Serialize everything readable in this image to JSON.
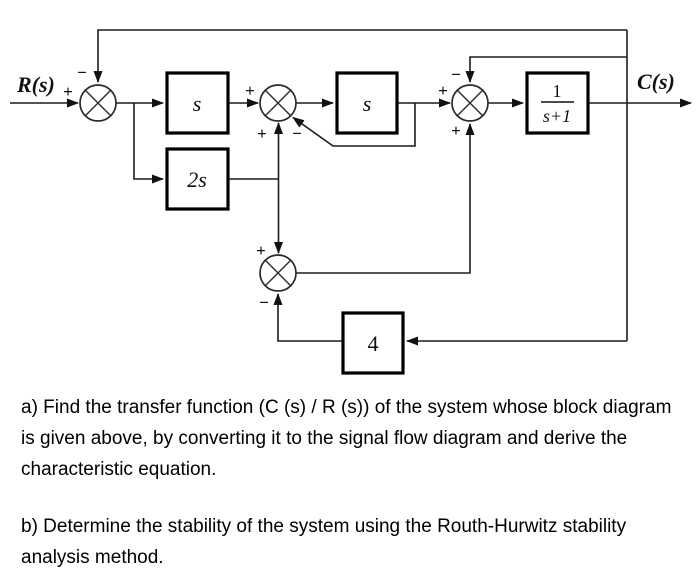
{
  "diagram": {
    "input_label": "R(s)",
    "output_label": "C(s)",
    "blocks": {
      "s1": "s",
      "two_s": "2s",
      "s2": "s",
      "tf_numerator": "1",
      "tf_denominator": "s+1",
      "gain": "4"
    },
    "signs": {
      "sum1_input": "+",
      "sum1_feedback": "−",
      "sum2_input": "+",
      "sum2_from_2s": "+",
      "sum2_from_s2": "−",
      "sum3_input": "+",
      "sum3_feedback": "−",
      "sum3_from_sum4": "+",
      "sum4_from_2s": "+",
      "sum4_from_gain": "−"
    }
  },
  "questions": {
    "a": "a) Find the transfer function (C (s) / R (s)) of the system whose block diagram is given above, by converting it to the signal flow diagram and derive the characteristic equation.",
    "b": "b) Determine the stability of the system using the Routh-Hurwitz stability analysis method."
  }
}
